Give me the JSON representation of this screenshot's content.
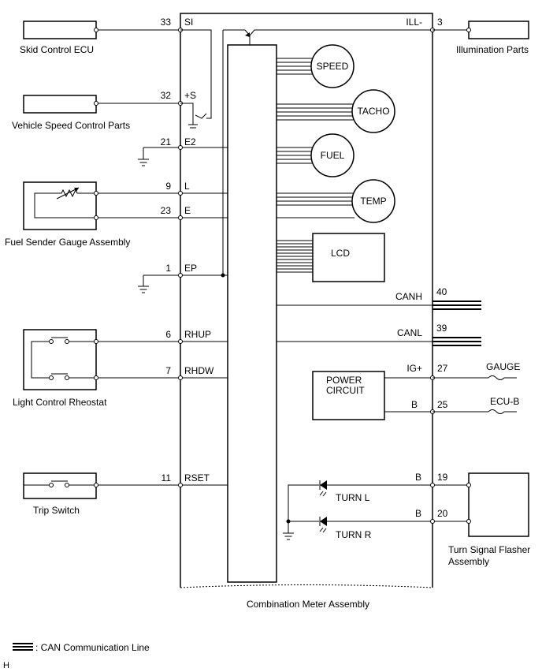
{
  "components": {
    "skid_control_ecu": "Skid Control ECU",
    "illumination_parts": "Illumination Parts",
    "vehicle_speed_control_parts": "Vehicle Speed Control Parts",
    "fuel_sender_gauge_assembly": "Fuel Sender Gauge Assembly",
    "light_control_rheostat": "Light Control Rheostat",
    "trip_switch": "Trip Switch",
    "turn_signal_flasher_line1": "Turn Signal Flasher",
    "turn_signal_flasher_line2": "Assembly",
    "combination_meter_assembly": "Combination Meter Assembly"
  },
  "gauges": {
    "speed": "SPEED",
    "tacho": "TACHO",
    "fuel": "FUEL",
    "temp": "TEMP",
    "lcd": "LCD"
  },
  "power_circuit": {
    "line1": "POWER",
    "line2": "CIRCUIT"
  },
  "left_pins": [
    {
      "num": "33",
      "name": "SI"
    },
    {
      "num": "32",
      "name": "+S"
    },
    {
      "num": "21",
      "name": "E2"
    },
    {
      "num": "9",
      "name": "L"
    },
    {
      "num": "23",
      "name": "E"
    },
    {
      "num": "1",
      "name": "EP"
    },
    {
      "num": "6",
      "name": "RHUP"
    },
    {
      "num": "7",
      "name": "RHDW"
    },
    {
      "num": "11",
      "name": "RSET"
    }
  ],
  "right_pins": [
    {
      "num": "3",
      "name": "ILL-"
    },
    {
      "num": "40",
      "name": "CANH"
    },
    {
      "num": "39",
      "name": "CANL"
    },
    {
      "num": "27",
      "name": "IG+"
    },
    {
      "num": "25",
      "name": "B"
    },
    {
      "num": "19",
      "name": "B"
    },
    {
      "num": "20",
      "name": "B"
    }
  ],
  "fuses": {
    "gauge": "GAUGE",
    "ecu_b": "ECU-B"
  },
  "indicators": {
    "turn_l": "TURN L",
    "turn_r": "TURN R"
  },
  "legend": {
    "can_line": ": CAN Communication Line"
  },
  "corner_mark": "H"
}
